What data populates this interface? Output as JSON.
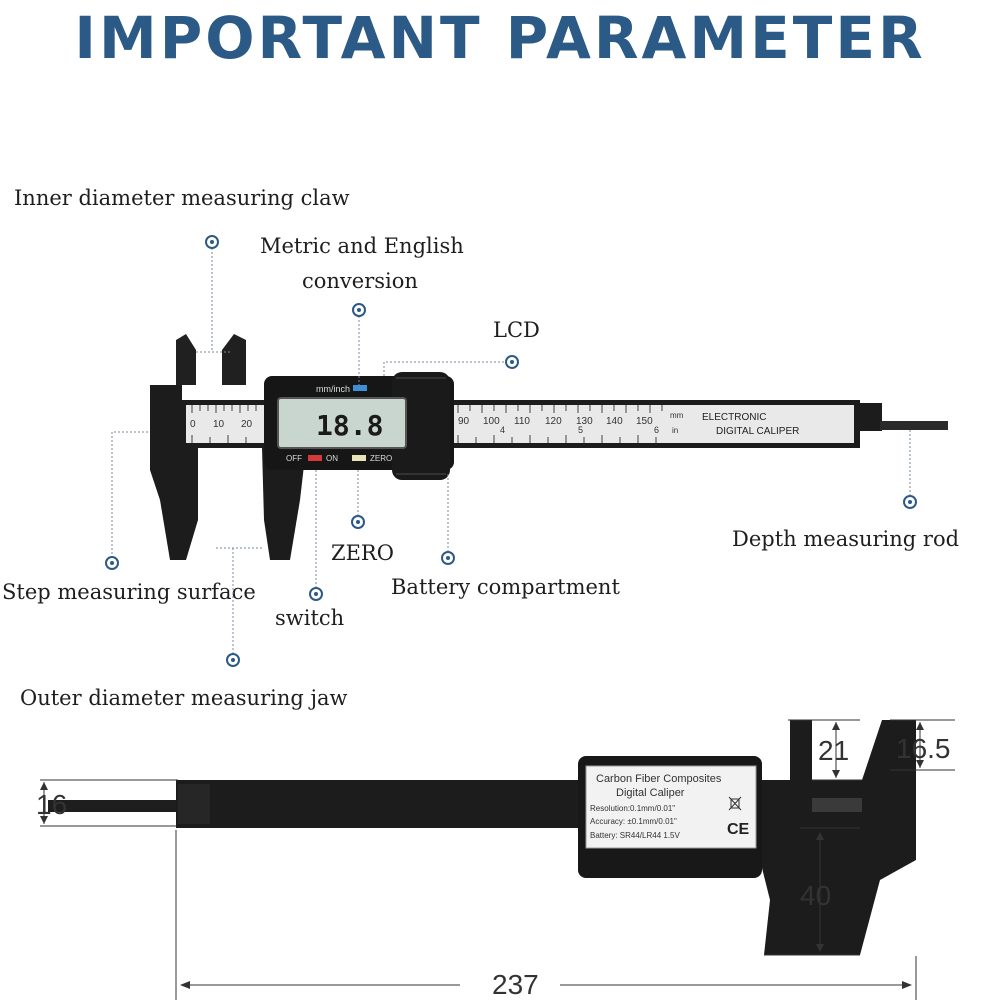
{
  "header": {
    "title": "IMPORTANT PARAMETER"
  },
  "labels": {
    "inner_claw": "Inner diameter measuring claw",
    "metric_line1": "Metric and English",
    "metric_line2": "conversion",
    "lcd": "LCD",
    "depth_rod": "Depth measuring rod",
    "zero": "ZERO",
    "battery": "Battery compartment",
    "step_surface": "Step measuring surface",
    "switch": "switch",
    "outer_jaw": "Outer diameter measuring jaw"
  },
  "caliper": {
    "unit_button": "mm/inch",
    "display_value": "18.8",
    "off_label": "OFF",
    "on_label": "ON",
    "zero_button": "ZERO",
    "scale_left": [
      "0",
      "10",
      "20"
    ],
    "scale_right": [
      "90",
      "100",
      "110",
      "120",
      "130",
      "140",
      "150"
    ],
    "inch_marks": [
      "4",
      "5",
      "6"
    ],
    "unit_mm": "mm",
    "unit_in": "in",
    "brand_line1": "ELECTRONIC",
    "brand_line2": "DIGITAL CALIPER"
  },
  "back_label": {
    "line1": "Carbon Fiber Composites",
    "line2": "Digital Caliper",
    "resolution": "Resolution:0.1mm/0.01\"",
    "accuracy": "Accuracy: ±0.1mm/0.01\"",
    "battery": "Battery: SR44/LR44 1.5V",
    "ce_mark": "CE"
  },
  "dimensions": {
    "depth_rod": "16",
    "inner_jaw": "21",
    "inner_tip": "16.5",
    "outer_jaw": "40",
    "total_length": "237"
  },
  "colors": {
    "title": "#2b5a86",
    "caliper_body": "#1c1c1c",
    "lcd": "#c9d6cf",
    "accent_blue": "#3d8fd6",
    "callout_line": "#7a8aa0"
  }
}
